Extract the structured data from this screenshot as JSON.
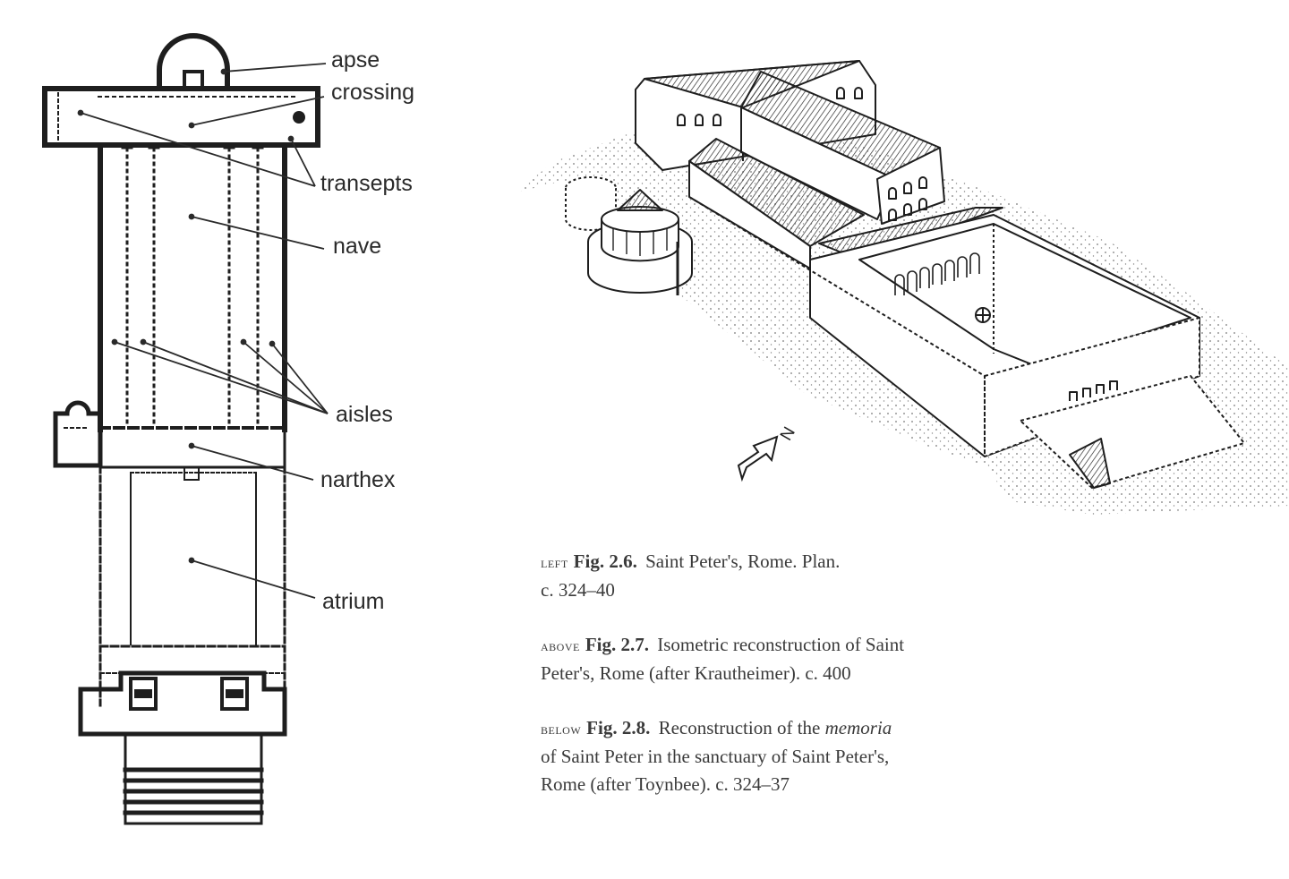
{
  "plan": {
    "labels": [
      {
        "key": "apse",
        "text": "apse"
      },
      {
        "key": "crossing",
        "text": "crossing"
      },
      {
        "key": "transepts",
        "text": "transepts"
      },
      {
        "key": "nave",
        "text": "nave"
      },
      {
        "key": "aisles",
        "text": "aisles"
      },
      {
        "key": "narthex",
        "text": "narthex"
      },
      {
        "key": "atrium",
        "text": "atrium"
      }
    ]
  },
  "isometric": {
    "north_marker": "N"
  },
  "captions": [
    {
      "position": "LEFT",
      "figure": "Fig. 2.6.",
      "text": "Saint Peter's, Rome. Plan.",
      "text2": "c. 324–40",
      "text_italic": "",
      "text_after": ""
    },
    {
      "position": "ABOVE",
      "figure": "Fig. 2.7.",
      "text": "Isometric reconstruction of Saint",
      "text2": "Peter's, Rome (after Krautheimer). c. 400",
      "text_italic": "",
      "text_after": ""
    },
    {
      "position": "BELOW",
      "figure": "Fig. 2.8.",
      "text": "Reconstruction of the",
      "text_italic": "memoria",
      "text2": "of Saint Peter in the sanctuary of Saint Peter's,",
      "text_after": "Rome (after Toynbee). c. 324–37"
    }
  ],
  "colors": {
    "ink": "#222222",
    "caption": "#3a3a3a",
    "paper": "#ffffff"
  }
}
